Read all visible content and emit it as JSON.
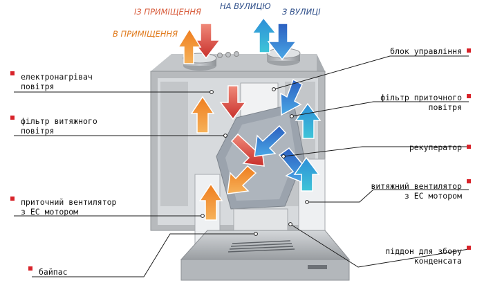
{
  "airflow": {
    "from_room": "ІЗ ПРИМІЩЕННЯ",
    "to_outside": "НА ВУЛИЦЮ",
    "from_outside": "З ВУЛИЦІ",
    "to_room": "В ПРИМІЩЕННЯ"
  },
  "labels": {
    "heater": [
      "електронагрівач",
      "повітря"
    ],
    "exhaust_filter": [
      "фільтр витяжного",
      "повітря"
    ],
    "supply_fan": [
      "приточний вентилятор",
      "з ЕС мотором"
    ],
    "bypass": [
      "байпас"
    ],
    "control_unit": [
      "блок управління"
    ],
    "supply_filter": [
      "фільтр приточного",
      "повітря"
    ],
    "recuperator": [
      "рекуператор"
    ],
    "exhaust_fan": [
      "витяжний вентилятор",
      "з ЕС мотором"
    ],
    "condensate_tray": [
      "піддон для збору",
      "конденсата"
    ]
  },
  "colors": {
    "marker": "#d8232a",
    "exhaust_air_text": "#d85c3c",
    "supply_air_text": "#e07a1c",
    "outside_air_text": "#2f4f8a",
    "exhaust_arrow": "#d8413c",
    "supply_arrow": "#f39a2e",
    "outdoor_arrow": "#2f72c8",
    "outdoor_arrow_light": "#41b9de"
  }
}
